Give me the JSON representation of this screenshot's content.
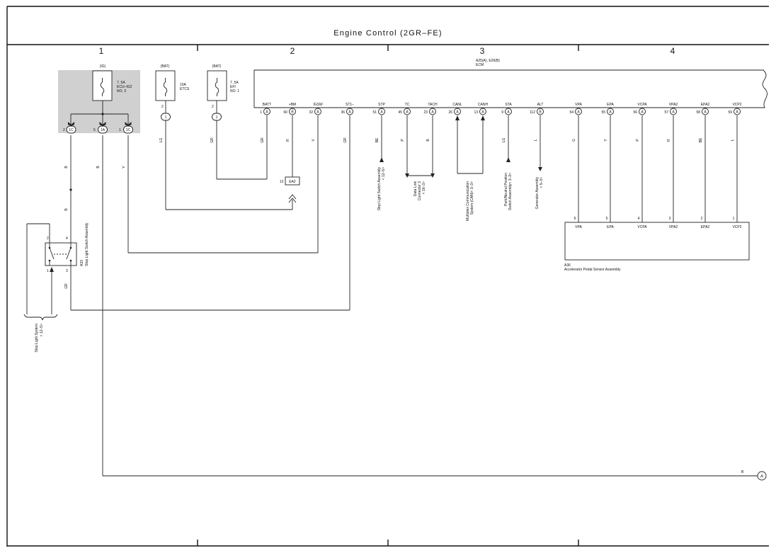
{
  "title": "Engine Control (2GR–FE)",
  "columns": [
    "1",
    "2",
    "3",
    "4"
  ],
  "ecm": {
    "label_line1": "A25(A), E26(B)",
    "label_line2": "ECM"
  },
  "fuses": [
    {
      "supply": "(IG)",
      "rating": "7. 5A",
      "name1": "ECU–IG2",
      "name2": "NO. 3"
    },
    {
      "supply": "(BAT)",
      "rating": "10A",
      "name1": "ETCS",
      "name2": ""
    },
    {
      "supply": "(BAT)",
      "rating": "7. 5A",
      "name1": "EFI",
      "name2": "NO. 1"
    }
  ],
  "fuse_connectors": [
    {
      "pin": "2",
      "conn": "1C"
    },
    {
      "pin": "5",
      "conn": "1A"
    },
    {
      "pin": "1",
      "conn": "1C"
    },
    {
      "pin": "2",
      "conn": "1"
    },
    {
      "pin": "2",
      "conn": "1"
    }
  ],
  "ecm_terminals": [
    {
      "name": "BATT",
      "pin": "1",
      "conn": "A",
      "wire": "GR"
    },
    {
      "name": "+BM",
      "pin": "60",
      "conn": "B",
      "wire": "R"
    },
    {
      "name": "IGSW",
      "pin": "32",
      "conn": "A",
      "wire": "V"
    },
    {
      "name": "ST1–",
      "pin": "36",
      "conn": "A",
      "wire": "GR"
    },
    {
      "name": "STP",
      "pin": "51",
      "conn": "A",
      "wire": "BE"
    },
    {
      "name": "TC",
      "pin": "45",
      "conn": "A",
      "wire": "P"
    },
    {
      "name": "TACH",
      "pin": "23",
      "conn": "A",
      "wire": "B"
    },
    {
      "name": "CANL",
      "pin": "26",
      "conn": "A",
      "wire": ""
    },
    {
      "name": "CANH",
      "pin": "13",
      "conn": "A",
      "wire": ""
    },
    {
      "name": "STA",
      "pin": "9",
      "conn": "A",
      "wire": "LG"
    },
    {
      "name": "ALT",
      "pin": "112",
      "conn": "B",
      "wire": "L"
    },
    {
      "name": "VPA",
      "pin": "54",
      "conn": "A",
      "wire": "G"
    },
    {
      "name": "EPA",
      "pin": "55",
      "conn": "A",
      "wire": "Y"
    },
    {
      "name": "VCPA",
      "pin": "56",
      "conn": "A",
      "wire": "P"
    },
    {
      "name": "VPA2",
      "pin": "57",
      "conn": "A",
      "wire": "R"
    },
    {
      "name": "EPA2",
      "pin": "58",
      "conn": "A",
      "wire": "BE"
    },
    {
      "name": "VCP2",
      "pin": "59",
      "conn": "A",
      "wire": "L"
    }
  ],
  "wire_colors": {
    "fuse_ig_left": "B",
    "fuse_ig_mid": "B",
    "fuse_ig_right": "V",
    "etcs": "LG",
    "efi": "GR",
    "switch_lower": "B",
    "switch_out": "GR",
    "ground_bus": "B"
  },
  "ea2": {
    "pin": "12",
    "conn": "EA2"
  },
  "references": {
    "stop_light_sw_assy": [
      "Stop Light Switch Assembly",
      "< 12–5>"
    ],
    "dlc3": [
      "Data Link",
      "Connector 3",
      "< 16–3>"
    ],
    "mpx": [
      "Multiplex Communication",
      "System (CAN)< 3–3>"
    ],
    "pnp": [
      "Park/Neutral Position",
      "Switch Assembly< 3–3>"
    ],
    "generator": [
      "Generator Assembly",
      "< 5–3>"
    ],
    "stop_light_system": [
      "Stop Light System",
      "< 12–5>"
    ]
  },
  "stop_switch": {
    "code": "A33",
    "name": "Stop Light Switch Assembly",
    "pins": [
      "2",
      "4",
      "1",
      "3"
    ]
  },
  "accel_sensor": {
    "code": "A36",
    "name": "Accelerator Pedal Sensor Assembly",
    "pins": [
      "6",
      "5",
      "4",
      "3",
      "2",
      "1"
    ],
    "terminals": [
      "VPA",
      "EPA",
      "VCPA",
      "VPA2",
      "EPA2",
      "VCP2"
    ]
  },
  "ground_point": "A"
}
